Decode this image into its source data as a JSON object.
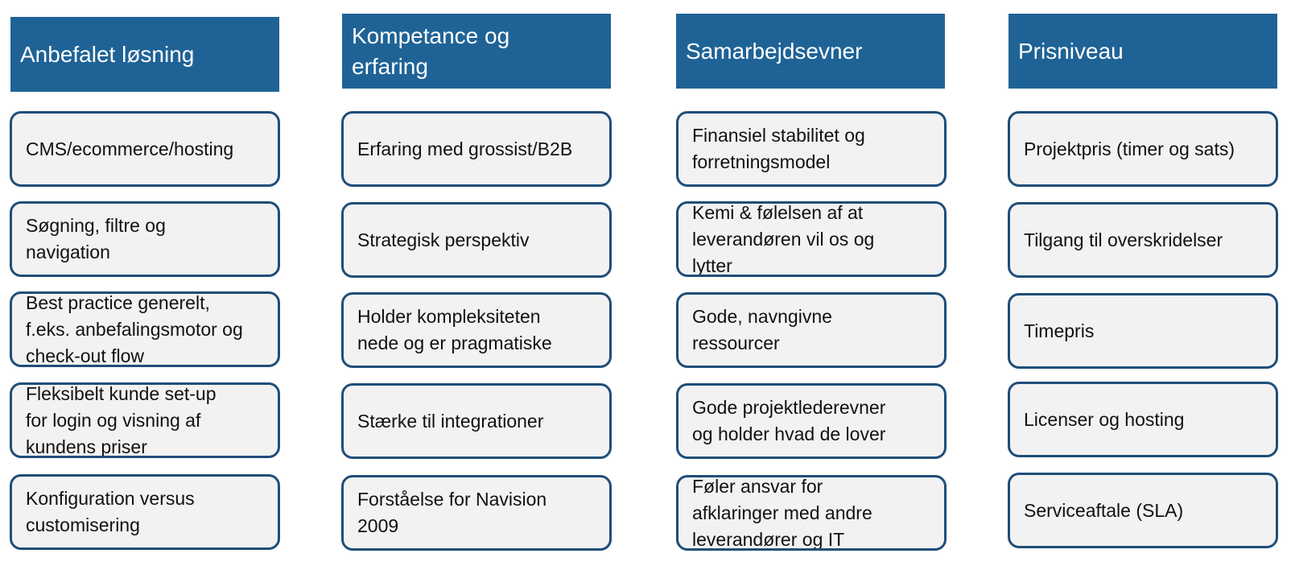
{
  "columns": [
    {
      "header": "Anbefalet løsning",
      "items": [
        "CMS/ecommerce/hosting",
        "Søgning, filtre og\nnavigation",
        "Best practice generelt,\nf.eks. anbefalingsmotor og\ncheck-out flow",
        "Fleksibelt kunde set-up\nfor login og visning af\nkundens priser",
        "Konfiguration versus\ncustomisering"
      ]
    },
    {
      "header": "Kompetance og\nerfaring",
      "items": [
        "Erfaring med grossist/B2B",
        "Strategisk perspektiv",
        "Holder kompleksiteten\nnede og er pragmatiske",
        "Stærke til integrationer",
        "Forståelse for Navision\n2009"
      ]
    },
    {
      "header": "Samarbejdsevner",
      "items": [
        "Finansiel stabilitet og\nforretningsmodel",
        "Kemi & følelsen af at\nleverandøren vil os og\nlytter",
        "Gode, navngivne\nressourcer",
        "Gode projektlederevner\nog holder hvad de lover",
        "Føler ansvar for\nafklaringer med andre\nleverandører og IT"
      ]
    },
    {
      "header": "Prisniveau",
      "items": [
        "Projektpris (timer og sats)",
        "Tilgang til overskridelser",
        "Timepris",
        "Licenser og hosting",
        "Serviceaftale (SLA)"
      ]
    }
  ]
}
